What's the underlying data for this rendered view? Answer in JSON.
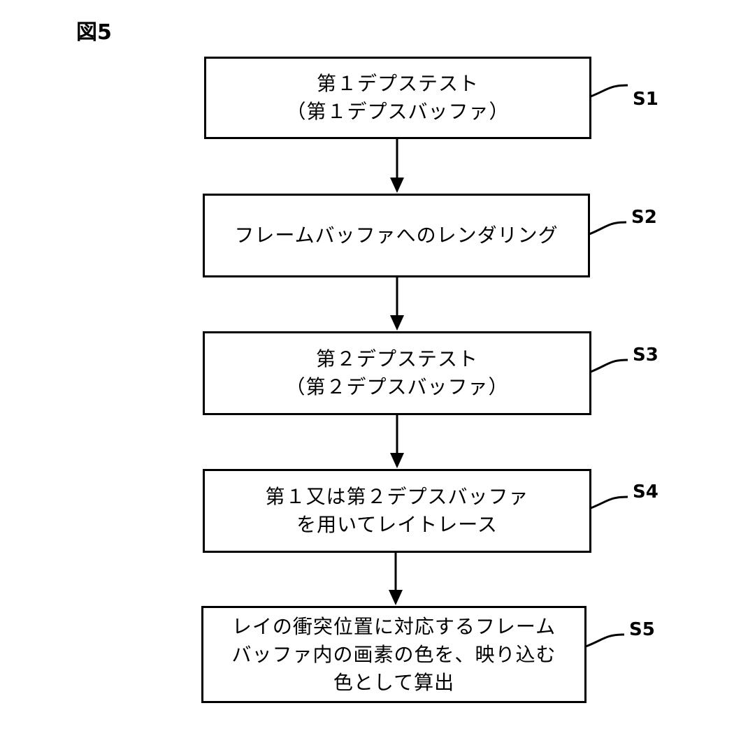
{
  "figure_label": "図5",
  "steps": [
    {
      "id": "S1",
      "lines": [
        "第１デプステスト",
        "（第１デプスバッファ）"
      ]
    },
    {
      "id": "S2",
      "lines": [
        "フレームバッファへのレンダリング"
      ]
    },
    {
      "id": "S3",
      "lines": [
        "第２デプステスト",
        "（第２デプスバッファ）"
      ]
    },
    {
      "id": "S4",
      "lines": [
        "第１又は第２デプスバッファ",
        "を用いてレイトレース"
      ]
    },
    {
      "id": "S5",
      "lines": [
        "レイの衝突位置に対応するフレーム",
        "バッファ内の画素の色を、映り込む",
        "色として算出"
      ]
    }
  ]
}
